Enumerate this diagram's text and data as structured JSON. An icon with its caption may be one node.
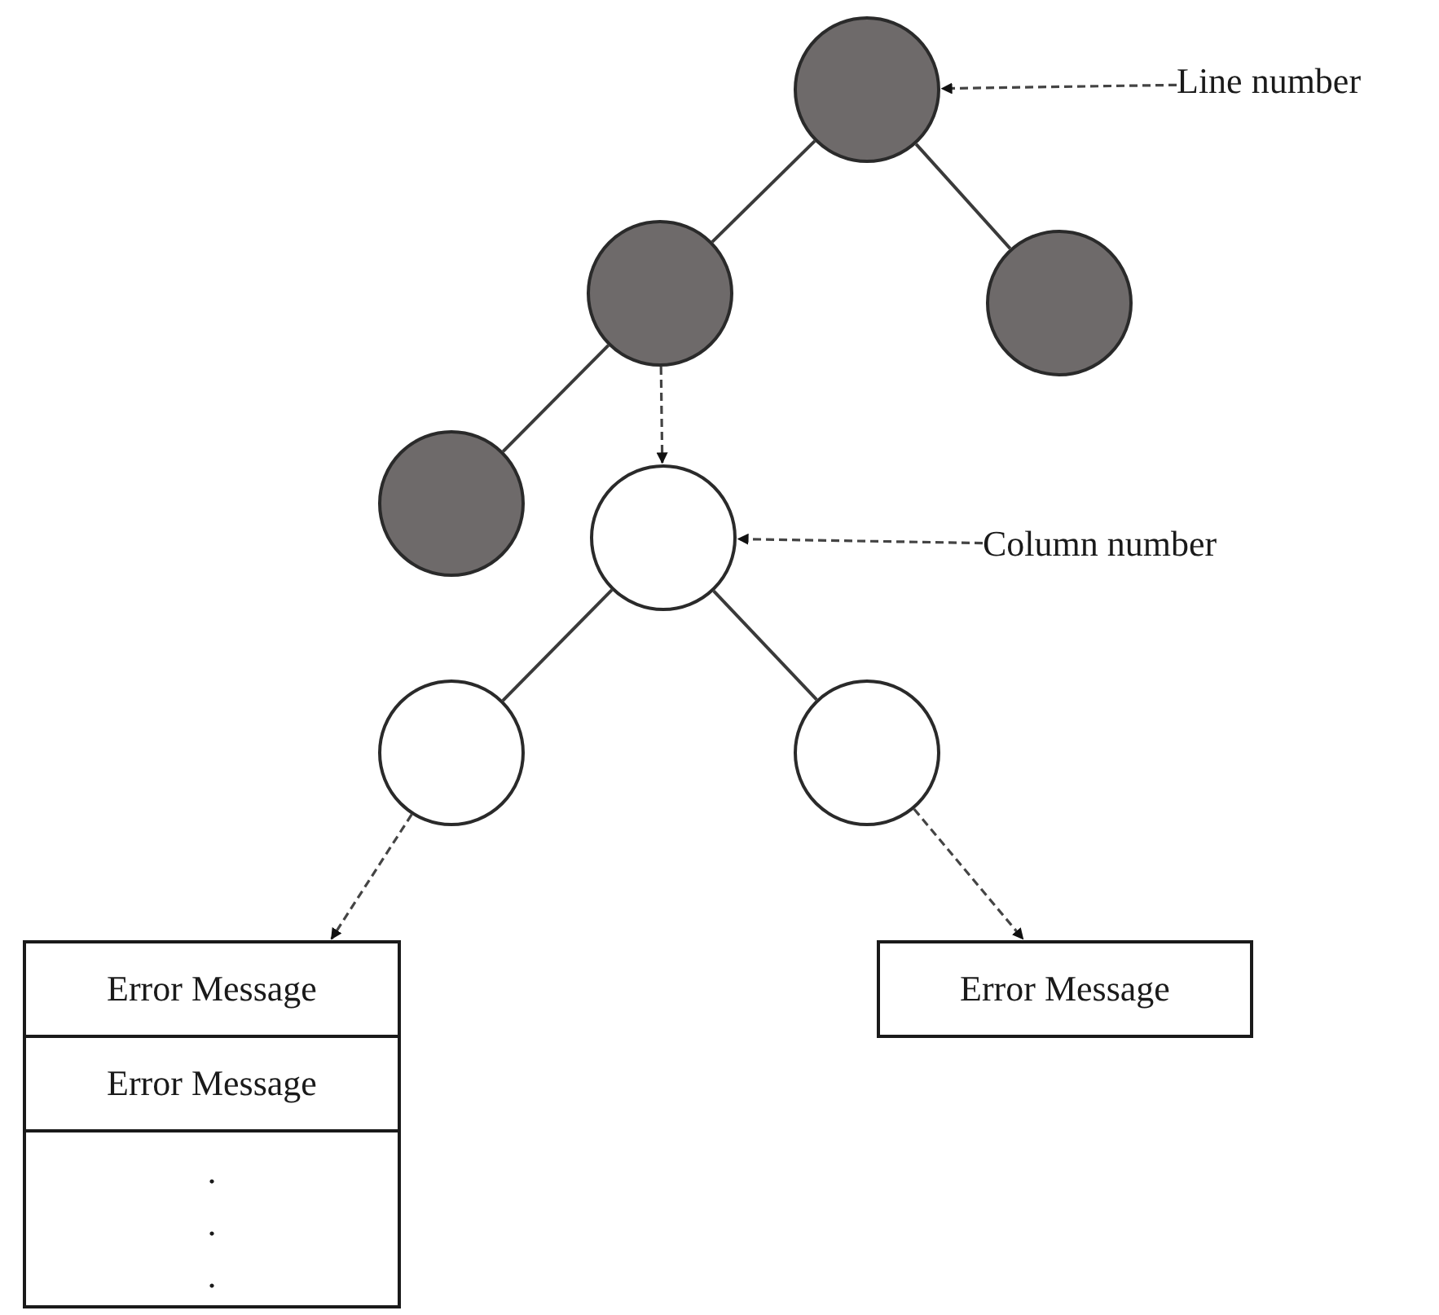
{
  "diagram": {
    "nodes": [
      {
        "text": [],
        "shape": "circle"
      },
      {
        "text": [],
        "shape": "circle"
      },
      {
        "text": [],
        "shape": "circle"
      },
      {
        "text": [],
        "shape": "circle"
      },
      {
        "text": [],
        "shape": "circle"
      },
      {
        "text": [],
        "shape": "circle"
      },
      {
        "text": [],
        "shape": "circle"
      },
      {
        "text": [],
        "shape": "box"
      },
      {
        "text": [
          "Error Message"
        ],
        "in": 7
      },
      {
        "text": [
          "Error Message"
        ],
        "in": 7
      },
      {
        "text": [
          ".",
          ".",
          "."
        ],
        "in": 7
      },
      {
        "text": [
          "Error Message"
        ]
      },
      {
        "text": [
          "Line number"
        ]
      },
      {
        "text": [
          "Column number"
        ]
      }
    ],
    "edges": [
      {
        "from": 0,
        "to": 1,
        "arrow": "none"
      },
      {
        "from": 0,
        "to": 2,
        "arrow": "none"
      },
      {
        "from": 1,
        "to": 3,
        "arrow": "none"
      },
      {
        "from": 1,
        "to": 4,
        "arrow": "to",
        "style": "dashed"
      },
      {
        "from": 4,
        "to": 5,
        "arrow": "none"
      },
      {
        "from": 4,
        "to": 6,
        "arrow": "none"
      },
      {
        "from": 5,
        "to": 7,
        "arrow": "to",
        "style": "dashed"
      },
      {
        "from": 6,
        "to": 11,
        "arrow": "to",
        "style": "dashed"
      },
      {
        "from": 12,
        "to": 0,
        "arrow": "to",
        "style": "dashed"
      },
      {
        "from": 13,
        "to": 4,
        "arrow": "to",
        "style": "dashed"
      }
    ]
  }
}
